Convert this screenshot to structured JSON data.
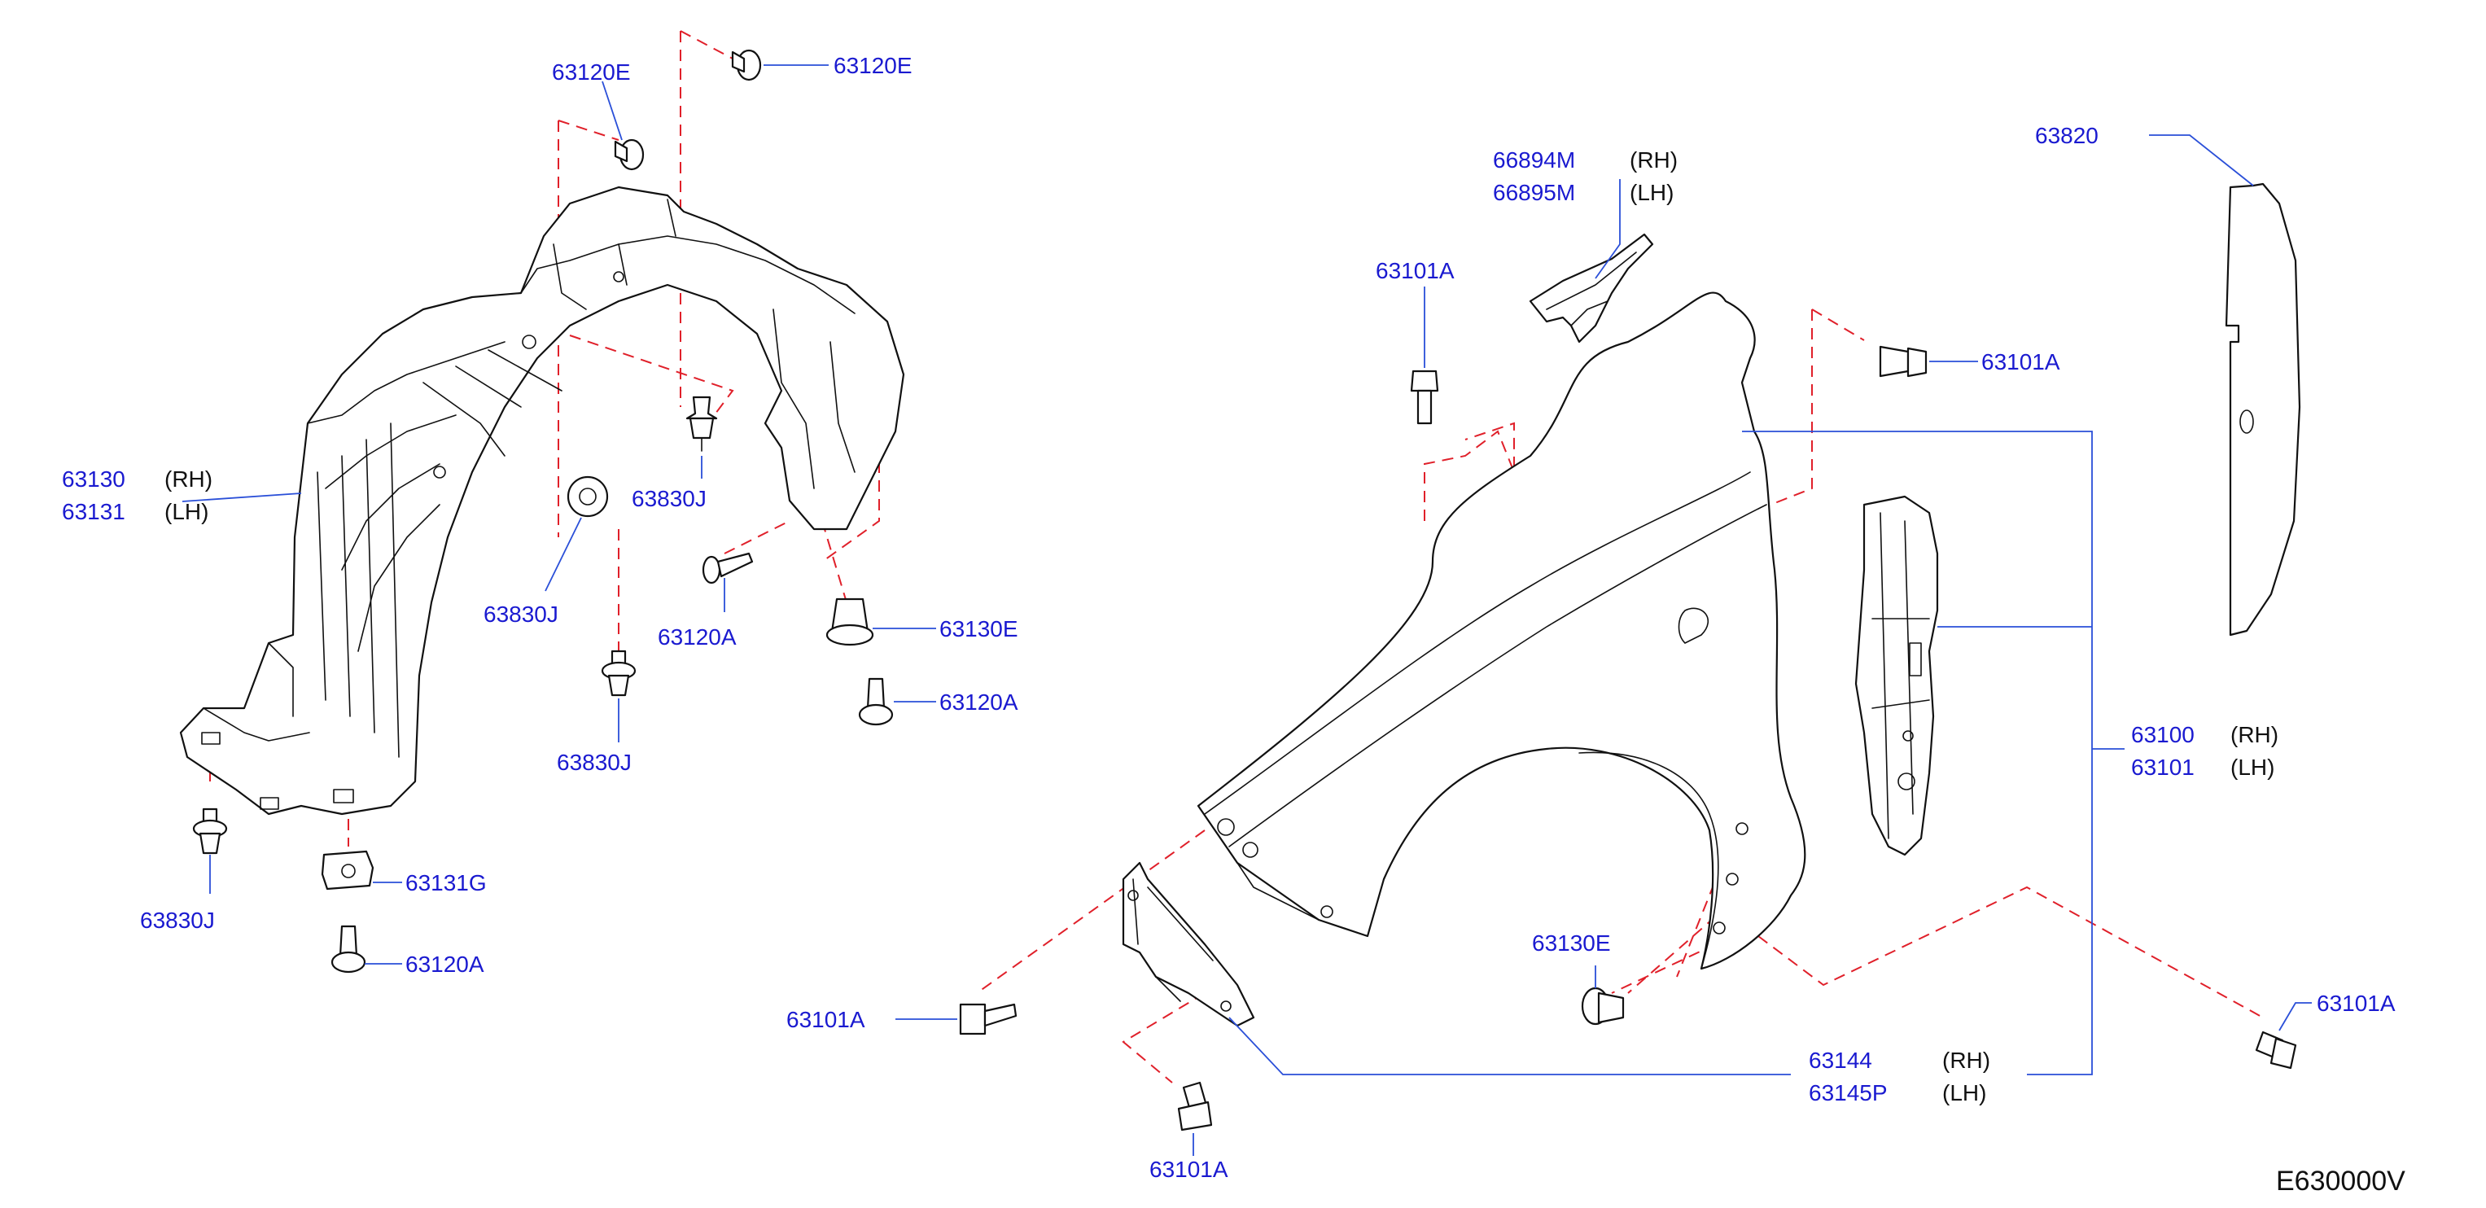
{
  "callouts": {
    "p63120e_a": "63120E",
    "p63120e_b": "63120E",
    "p63130_rh": "63130",
    "p63131_lh": "63131",
    "p63830j_a": "63830J",
    "p63830j_b": "63830J",
    "p63830j_c": "63830J",
    "p63830j_d": "63830J",
    "p63120a_a": "63120A",
    "p63120a_b": "63120A",
    "p63120a_c": "63120A",
    "p63130e_a": "63130E",
    "p63130e_b": "63130E",
    "p63131g": "63131G",
    "p66894m_rh": "66894M",
    "p66895m_lh": "66895M",
    "p63101a_a": "63101A",
    "p63101a_b": "63101A",
    "p63101a_c": "63101A",
    "p63101a_d": "63101A",
    "p63101a_e": "63101A",
    "p63820": "63820",
    "p63100_rh": "63100",
    "p63101_lh": "63101",
    "p63144_rh": "63144",
    "p63145p_lh": "63145P"
  },
  "sides": {
    "rh": "(RH)",
    "lh": "(LH)"
  },
  "diagram_code": "E630000V",
  "colors": {
    "part_number": "#1a1ad0",
    "leader": "#2a4fd8",
    "dashed_guide": "#e0202a",
    "outline": "#111111"
  }
}
